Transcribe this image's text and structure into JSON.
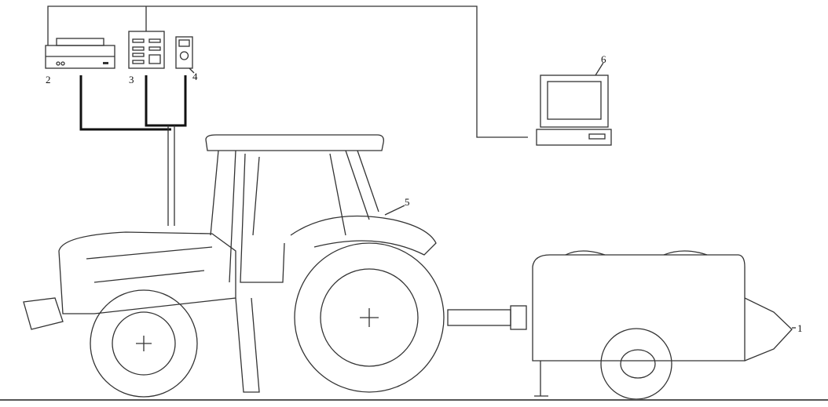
{
  "labels": {
    "trailer": "1",
    "recorder": "2",
    "controller": "3",
    "meter": "4",
    "tractor": "5",
    "computer": "6"
  }
}
